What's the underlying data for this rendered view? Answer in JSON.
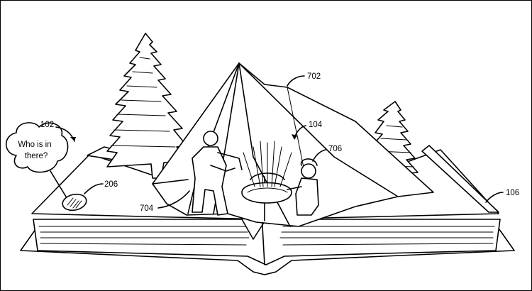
{
  "speech_bubble": {
    "line1": "Who is in",
    "line2": "there?"
  },
  "reference_numerals": {
    "book": "102",
    "scene": "104",
    "page": "106",
    "speaker": "206",
    "tent": "702",
    "figure_left": "704",
    "figure_right": "706"
  }
}
